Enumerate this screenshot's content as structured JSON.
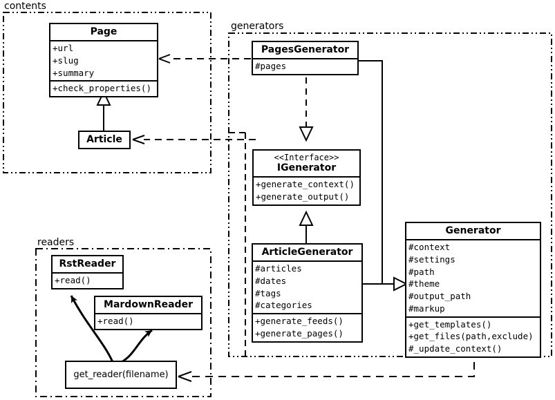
{
  "diagram": {
    "title": "UML class diagram",
    "stroke_color": "#000000",
    "background_color": "#ffffff"
  },
  "packages": [
    {
      "id": "contents",
      "label": "contents"
    },
    {
      "id": "generators",
      "label": "generators"
    },
    {
      "id": "readers",
      "label": "readers"
    }
  ],
  "classes": {
    "page": {
      "name": "Page",
      "attributes": [
        "+url",
        "+slug",
        "+summary"
      ],
      "methods": [
        "+check_properties()"
      ]
    },
    "article": {
      "name": "Article",
      "attributes": [],
      "methods": []
    },
    "pages_generator": {
      "name": "PagesGenerator",
      "attributes": [
        "#pages"
      ],
      "methods": []
    },
    "igenerator": {
      "stereotype": "<<Interface>>",
      "name": "IGenerator",
      "attributes": [],
      "methods": [
        "+generate_context()",
        "+generate_output()"
      ]
    },
    "article_generator": {
      "name": "ArticleGenerator",
      "attributes": [
        "#articles",
        "#dates",
        "#tags",
        "#categories"
      ],
      "methods": [
        "+generate_feeds()",
        "+generate_pages()"
      ]
    },
    "generator": {
      "name": "Generator",
      "attributes": [
        "#context",
        "#settings",
        "#path",
        "#theme",
        "#output_path",
        "#markup"
      ],
      "methods": [
        "+get_templates()",
        "+get_files(path,exclude)",
        "#_update_context()"
      ]
    },
    "rst_reader": {
      "name": "RstReader",
      "attributes": [],
      "methods": [
        "+read()"
      ]
    },
    "mardown_reader": {
      "name": "MardownReader",
      "attributes": [],
      "methods": [
        "+read()"
      ]
    },
    "get_reader": {
      "name": "get_reader(filename)"
    }
  },
  "relationships": [
    {
      "from": "article",
      "to": "page",
      "type": "generalization"
    },
    {
      "from": "pages_generator",
      "to": "igenerator",
      "type": "realization"
    },
    {
      "from": "article_generator",
      "to": "igenerator",
      "type": "generalization"
    },
    {
      "from": "pages_generator",
      "to": "generator",
      "type": "generalization"
    },
    {
      "from": "article_generator",
      "to": "generator",
      "type": "generalization"
    },
    {
      "from": "pages_generator",
      "to": "page",
      "type": "dependency"
    },
    {
      "from": "pages_generator",
      "to": "article",
      "type": "dependency"
    },
    {
      "from": "generator",
      "to": "get_reader",
      "type": "dependency"
    },
    {
      "from": "get_reader",
      "to": "rst_reader",
      "type": "curved-arrow"
    },
    {
      "from": "get_reader",
      "to": "mardown_reader",
      "type": "curved-arrow"
    }
  ]
}
